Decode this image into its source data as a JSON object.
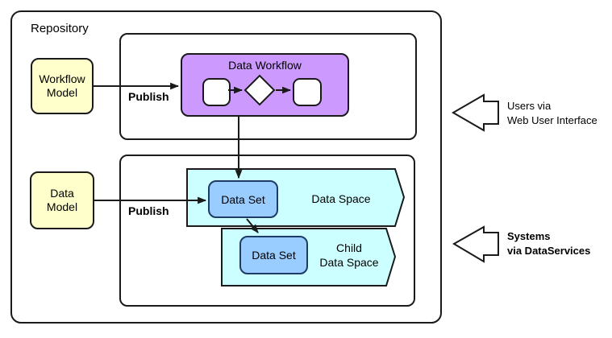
{
  "colors": {
    "line": "#1a1a1a",
    "model_fill": "#FFFFCC",
    "workflow_fill": "#CC99FF",
    "space_fill": "#CCFFFF",
    "dataset_fill": "#99CCFF",
    "dataset_border": "#1F3A66"
  },
  "repository": {
    "label": "Repository"
  },
  "top_section": {
    "workflow_model": {
      "line1": "Workflow",
      "line2": "Model"
    },
    "publish_label": "Publish",
    "data_workflow": {
      "title": "Data Workflow"
    }
  },
  "bottom_section": {
    "data_model": {
      "line1": "Data",
      "line2": "Model"
    },
    "publish_label": "Publish",
    "data_space": {
      "label": "Data Space",
      "data_set": "Data Set"
    },
    "child_data_space": {
      "line1": "Child",
      "line2": "Data Space",
      "data_set": "Data Set"
    }
  },
  "annotations": {
    "users": {
      "line1": "Users via",
      "line2": "Web User Interface"
    },
    "systems": {
      "line1": "Systems",
      "line2": "via DataServices"
    }
  }
}
